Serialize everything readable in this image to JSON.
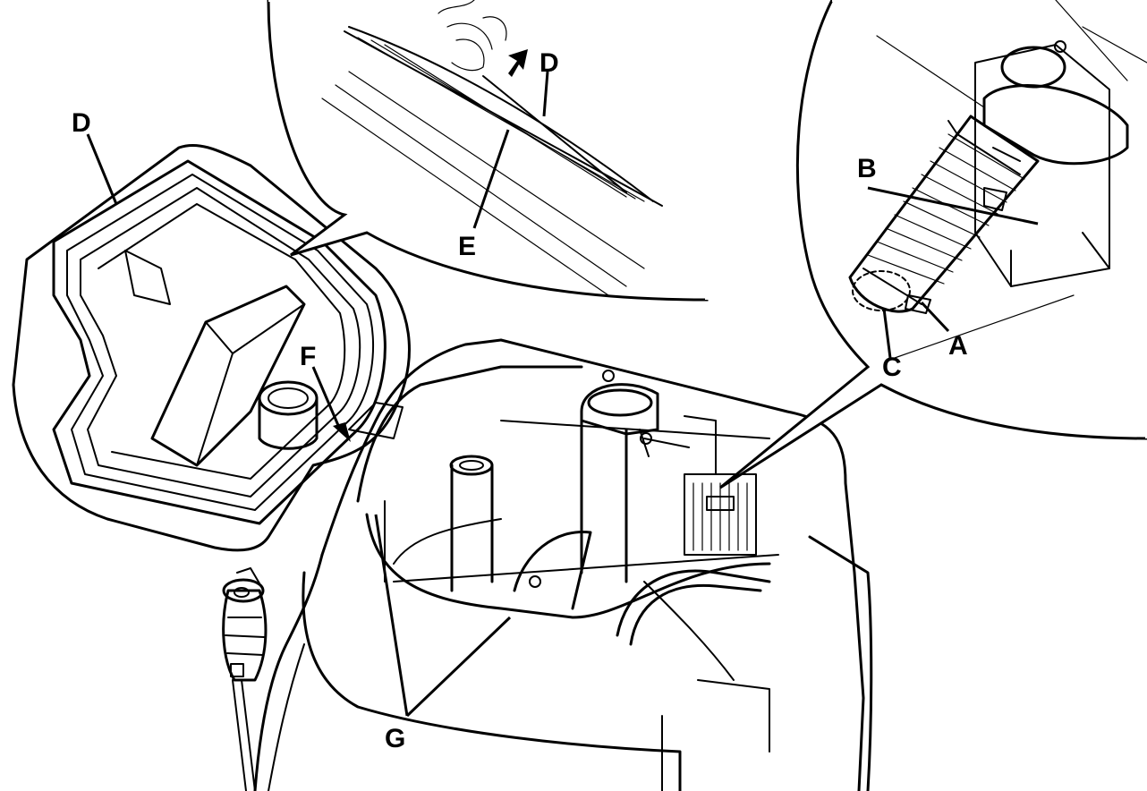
{
  "labels": {
    "A": "A",
    "B": "B",
    "C": "C",
    "D_top": "D",
    "D_left": "D",
    "E": "E",
    "F": "F",
    "G": "G"
  }
}
